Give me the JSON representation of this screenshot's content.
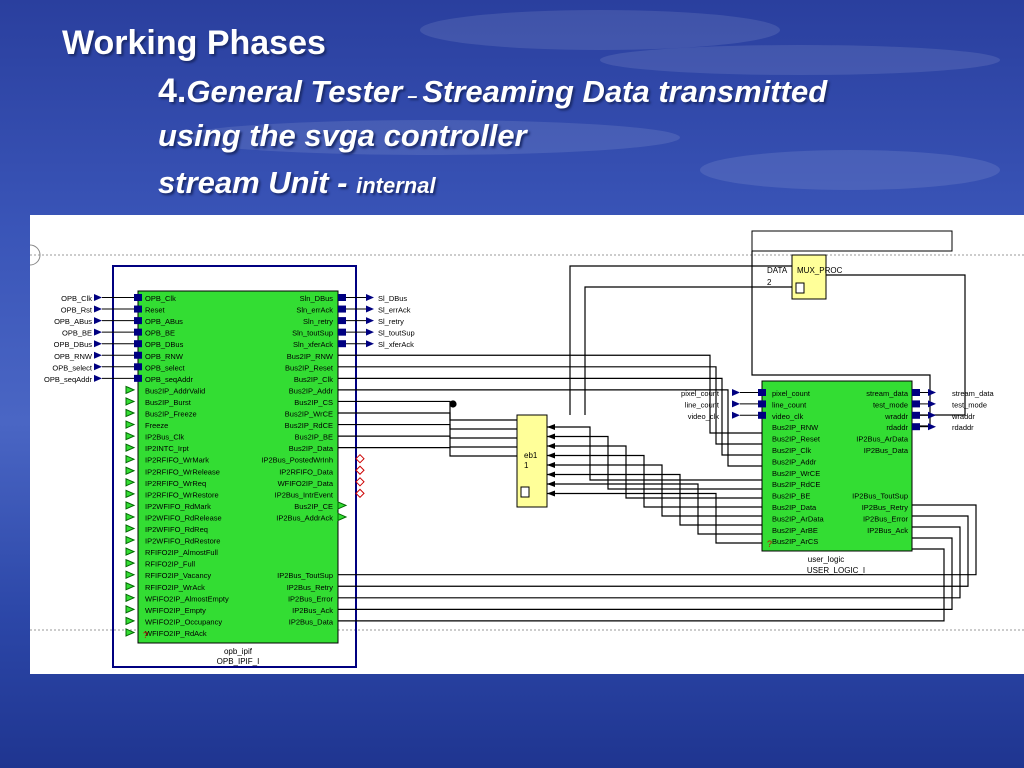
{
  "slide": {
    "title": "Working Phases",
    "sub_number": "4.",
    "sub_part1": "General Tester",
    "sub_dash": " – ",
    "sub_part2": "Streaming Data transmitted",
    "line2": "using the svga controller",
    "line3_main": "stream Unit",
    "line3_dash": " - ",
    "line3_small": "internal"
  },
  "diagram": {
    "left_ports": [
      "OPB_Clk",
      "OPB_Rst",
      "OPB_ABus",
      "OPB_BE",
      "OPB_DBus",
      "OPB_RNW",
      "OPB_select",
      "OPB_seqAddr"
    ],
    "ipif_left_pins": [
      "OPB_Clk",
      "Reset",
      "OPB_ABus",
      "OPB_BE",
      "OPB_DBus",
      "OPB_RNW",
      "OPB_select",
      "OPB_seqAddr",
      "Bus2IP_AddrValid",
      "Bus2IP_Burst",
      "Bus2IP_Freeze",
      "Freeze",
      "IP2Bus_Clk",
      "IP2INTC_Irpt",
      "IP2RFIFO_WrMark",
      "IP2RFIFO_WrRelease",
      "IP2RFIFO_WrReq",
      "IP2RFIFO_WrRestore",
      "IP2WFIFO_RdMark",
      "IP2WFIFO_RdRelease",
      "IP2WFIFO_RdReq",
      "IP2WFIFO_RdRestore",
      "RFIFO2IP_AlmostFull",
      "RFIFO2IP_Full",
      "RFIFO2IP_Vacancy",
      "RFIFO2IP_WrAck",
      "WFIFO2IP_AlmostEmpty",
      "WFIFO2IP_Empty",
      "WFIFO2IP_Occupancy",
      "WFIFO2IP_RdAck"
    ],
    "ipif_right_pins": [
      "Sln_DBus",
      "Sln_errAck",
      "Sln_retry",
      "Sln_toutSup",
      "Sln_xferAck",
      "Bus2IP_RNW",
      "Bus2IP_Reset",
      "Bus2IP_Clk",
      "Bus2IP_Addr",
      "Bus2IP_CS",
      "Bus2IP_WrCE",
      "Bus2IP_RdCE",
      "Bus2IP_BE",
      "Bus2IP_Data",
      "IP2Bus_PostedWrInh",
      "IP2RFIFO_Data",
      "WFIFO2IP_Data",
      "IP2Bus_IntrEvent",
      "Bus2IP_CE",
      "IP2Bus_AddrAck",
      "",
      "",
      "",
      "",
      "IP2Bus_ToutSup",
      "IP2Bus_Retry",
      "IP2Bus_Error",
      "IP2Bus_Ack",
      "IP2Bus_Data"
    ],
    "right_out_ports": [
      "Sl_DBus",
      "Sl_errAck",
      "Sl_retry",
      "Sl_toutSup",
      "Sl_xferAck"
    ],
    "ipif_inst": "opb_ipif",
    "ipif_type": "OPB_IPIF_I",
    "eb_label1": "eb1",
    "eb_label2": "1",
    "mux_label": "MUX_PROC",
    "mux_data": "DATA",
    "mux_num": "2",
    "ul_in_ports": [
      "pixel_count",
      "line_count",
      "video_clk"
    ],
    "ul_left_pins": [
      "pixel_count",
      "line_count",
      "video_clk",
      "Bus2IP_RNW",
      "Bus2IP_Reset",
      "Bus2IP_Clk",
      "Bus2IP_Addr",
      "Bus2IP_WrCE",
      "Bus2IP_RdCE",
      "Bus2IP_BE",
      "Bus2IP_Data",
      "Bus2IP_ArData",
      "Bus2IP_ArBE",
      "Bus2IP_ArCS"
    ],
    "ul_right_pins": [
      "stream_data",
      "test_mode",
      "wraddr",
      "rdaddr",
      "IP2Bus_ArData",
      "IP2Bus_Data",
      "",
      "",
      "",
      "IP2Bus_ToutSup",
      "IP2Bus_Retry",
      "IP2Bus_Error",
      "IP2Bus_Ack"
    ],
    "ul_out_ports": [
      "stream_data",
      "test_mode",
      "wraddr",
      "rdaddr"
    ],
    "ul_inst": "user_logic",
    "ul_type": "USER_LOGIC_I",
    "colors": {
      "block": "#33dd33",
      "eb": "#ffff99",
      "frame": "#000080",
      "wire": "#000000"
    }
  }
}
